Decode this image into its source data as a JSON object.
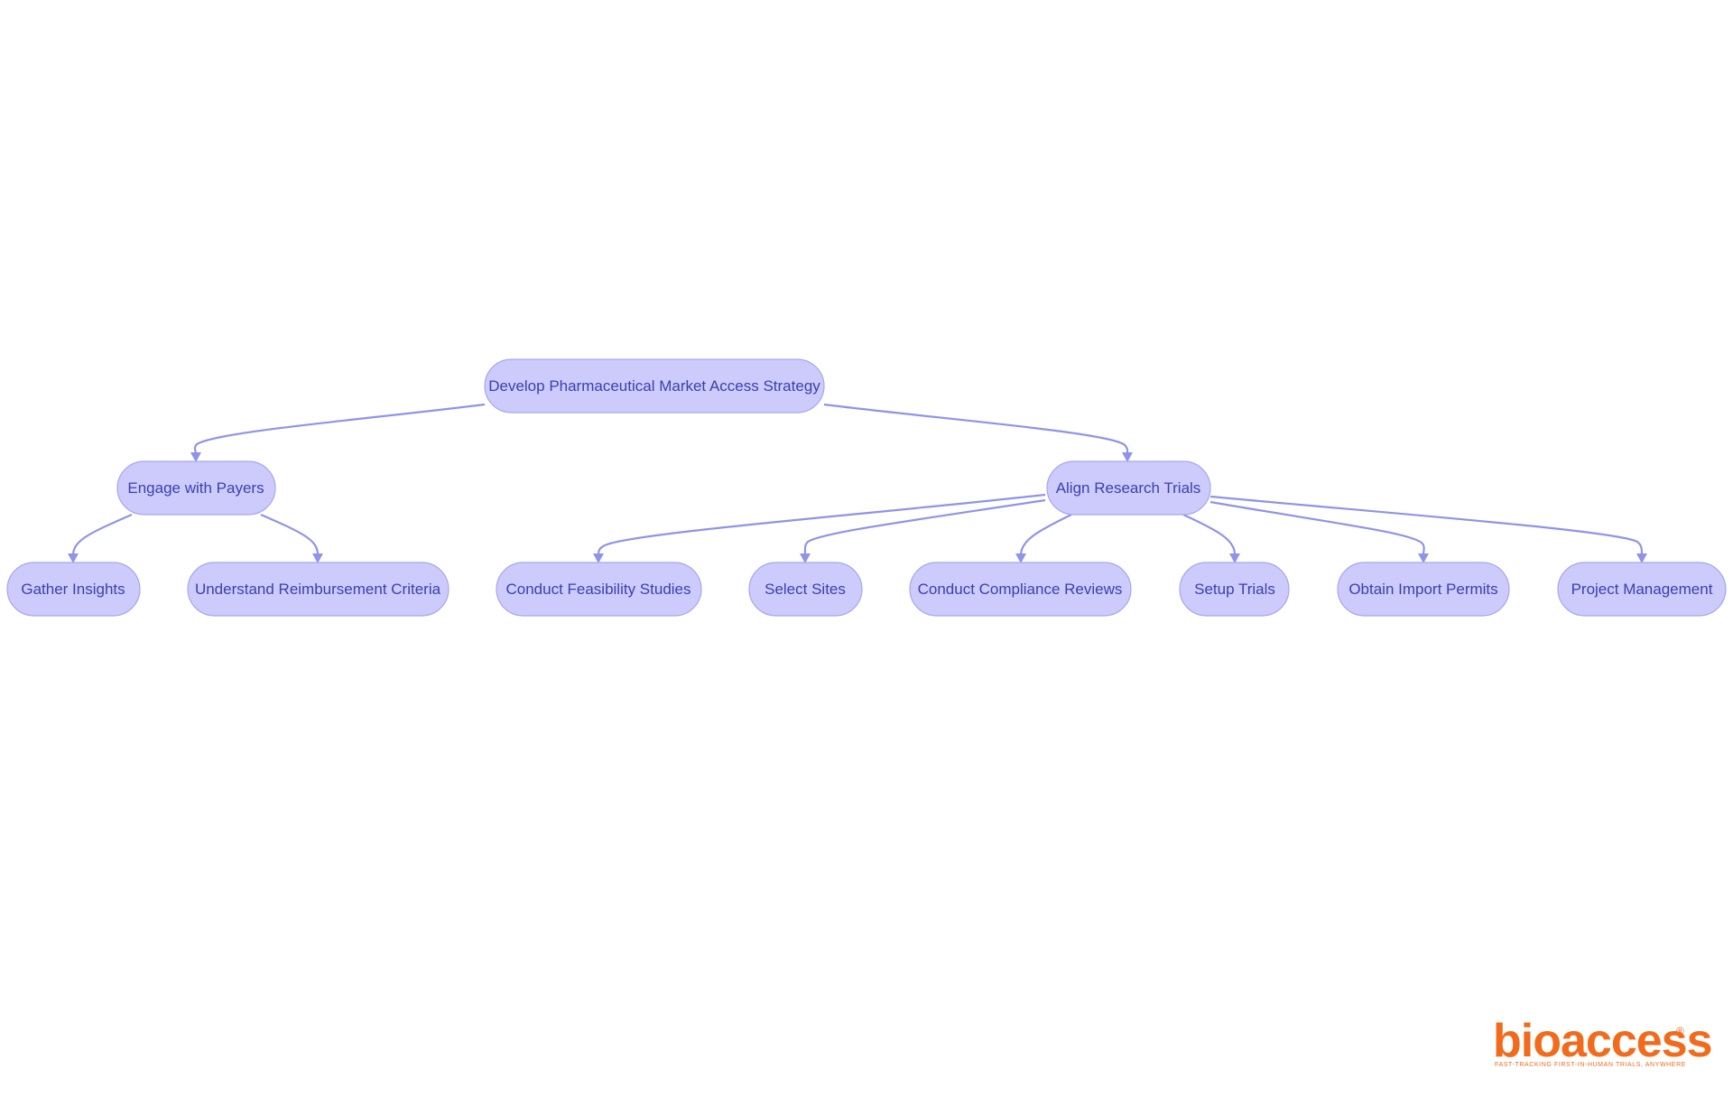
{
  "diagram": {
    "nodes": {
      "root": "Develop Pharmaceutical Market Access Strategy",
      "payers": "Engage with Payers",
      "trials": "Align Research Trials",
      "insights": "Gather Insights",
      "reimbursement": "Understand Reimbursement Criteria",
      "feasibility": "Conduct Feasibility Studies",
      "sites": "Select Sites",
      "compliance": "Conduct Compliance Reviews",
      "setup": "Setup Trials",
      "permits": "Obtain Import Permits",
      "pm": "Project Management"
    },
    "edges": [
      {
        "from": "root",
        "to": "payers"
      },
      {
        "from": "root",
        "to": "trials"
      },
      {
        "from": "payers",
        "to": "insights"
      },
      {
        "from": "payers",
        "to": "reimbursement"
      },
      {
        "from": "trials",
        "to": "feasibility"
      },
      {
        "from": "trials",
        "to": "sites"
      },
      {
        "from": "trials",
        "to": "compliance"
      },
      {
        "from": "trials",
        "to": "setup"
      },
      {
        "from": "trials",
        "to": "permits"
      },
      {
        "from": "trials",
        "to": "pm"
      }
    ],
    "colors": {
      "node_fill": "#cccbfb",
      "node_stroke": "#a6a6f2",
      "text": "#3b3fb0",
      "edge": "#8f93ea"
    }
  },
  "logo": {
    "name": "bioaccess",
    "registered": "®",
    "tagline": "FAST-TRACKING FIRST-IN-HUMAN TRIALS, ANYWHERE",
    "color": "#f26b1d"
  }
}
